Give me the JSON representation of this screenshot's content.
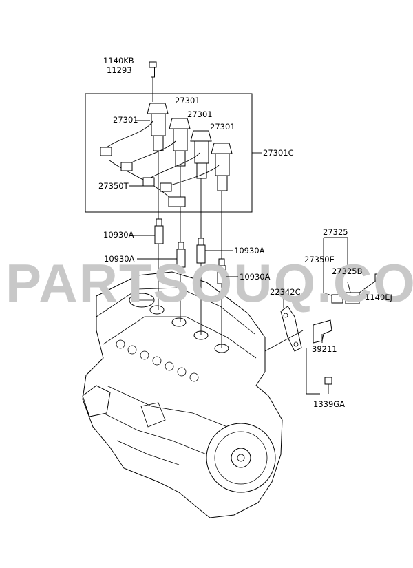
{
  "watermark": "PARTSOUQ.COM",
  "callouts": {
    "c1140kb": "1140KB",
    "c11293": "11293",
    "coil_a": "27301",
    "coil_b": "27301",
    "coil_c": "27301",
    "coil_d": "27301",
    "coil_set": "27301C",
    "harness": "27350T",
    "plug_a": "10930A",
    "plug_b": "10930A",
    "plug_c": "10930A",
    "plug_d": "10930A",
    "c27325": "27325",
    "c27350e": "27350E",
    "c27325b": "27325B",
    "c22342c": "22342C",
    "c1140ej": "1140EJ",
    "c39211": "39211",
    "c1339ga": "1339GA"
  }
}
